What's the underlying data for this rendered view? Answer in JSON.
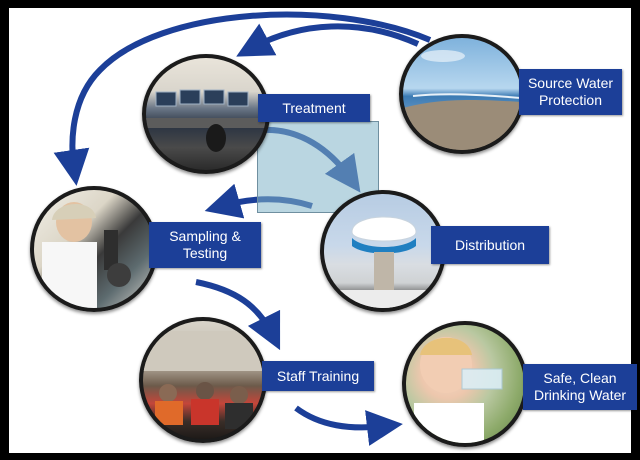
{
  "diagram": {
    "nodes": {
      "source": {
        "label": "Source Water\nProtection",
        "photo_icon": "shoreline-photo"
      },
      "treatment": {
        "label": "Treatment",
        "photo_icon": "control-room-photo"
      },
      "sampling": {
        "label": "Sampling &\nTesting",
        "photo_icon": "lab-microscope-photo"
      },
      "distribution": {
        "label": "Distribution",
        "photo_icon": "water-tower-photo"
      },
      "staff": {
        "label": "Staff Training",
        "photo_icon": "classroom-photo"
      },
      "safe": {
        "label": "Safe, Clean\nDrinking Water",
        "photo_icon": "child-drinking-photo"
      }
    },
    "colors": {
      "label_bg": "#1c3f98",
      "label_text": "#ffffff",
      "arrow": "#1c3f98",
      "frame": "#000000",
      "overlay": "#82b4c8"
    }
  }
}
